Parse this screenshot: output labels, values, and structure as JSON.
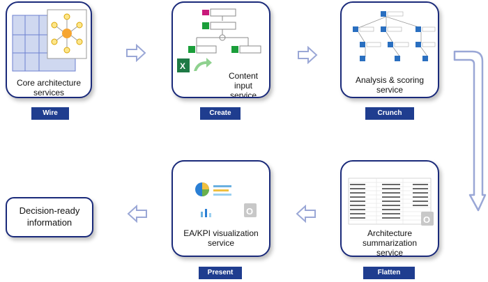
{
  "steps": {
    "wire": {
      "caption": "Core architecture services",
      "tag": "Wire"
    },
    "create": {
      "caption": "Content input service",
      "tag": "Create"
    },
    "crunch": {
      "caption": "Analysis & scoring service",
      "tag": "Crunch"
    },
    "flatten": {
      "caption": "Architecture summarization service",
      "tag": "Flatten"
    },
    "present": {
      "caption": "EA/KPI visualization service",
      "tag": "Present"
    }
  },
  "result": {
    "caption": "Decision-ready information"
  },
  "colors": {
    "border": "#1a2a7a",
    "tag": "#1f3d8f",
    "arrow": "#9aa7d6"
  }
}
